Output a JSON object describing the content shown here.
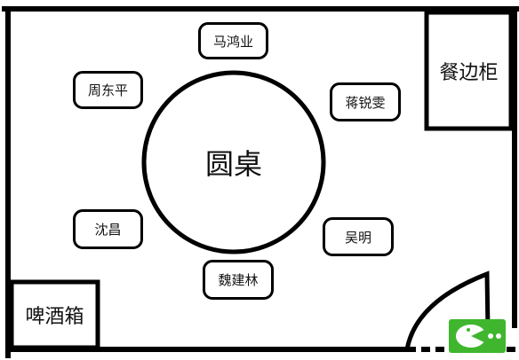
{
  "room": {
    "table_label": "圆桌",
    "sideboard_label": "餐边柜",
    "beer_box_label": "啤酒箱"
  },
  "seats": [
    {
      "name": "马鸿业"
    },
    {
      "name": "周东平"
    },
    {
      "name": "蒋锐雯"
    },
    {
      "name": "沈昌"
    },
    {
      "name": "吴明"
    },
    {
      "name": "魏建林"
    }
  ],
  "colors": {
    "line": "#000000",
    "background": "#ffffff",
    "logo_green": "#3fb62e",
    "logo_face": "#ffffff"
  },
  "icons": {
    "door": "door-icon",
    "logo": "pacman-logo-icon"
  }
}
